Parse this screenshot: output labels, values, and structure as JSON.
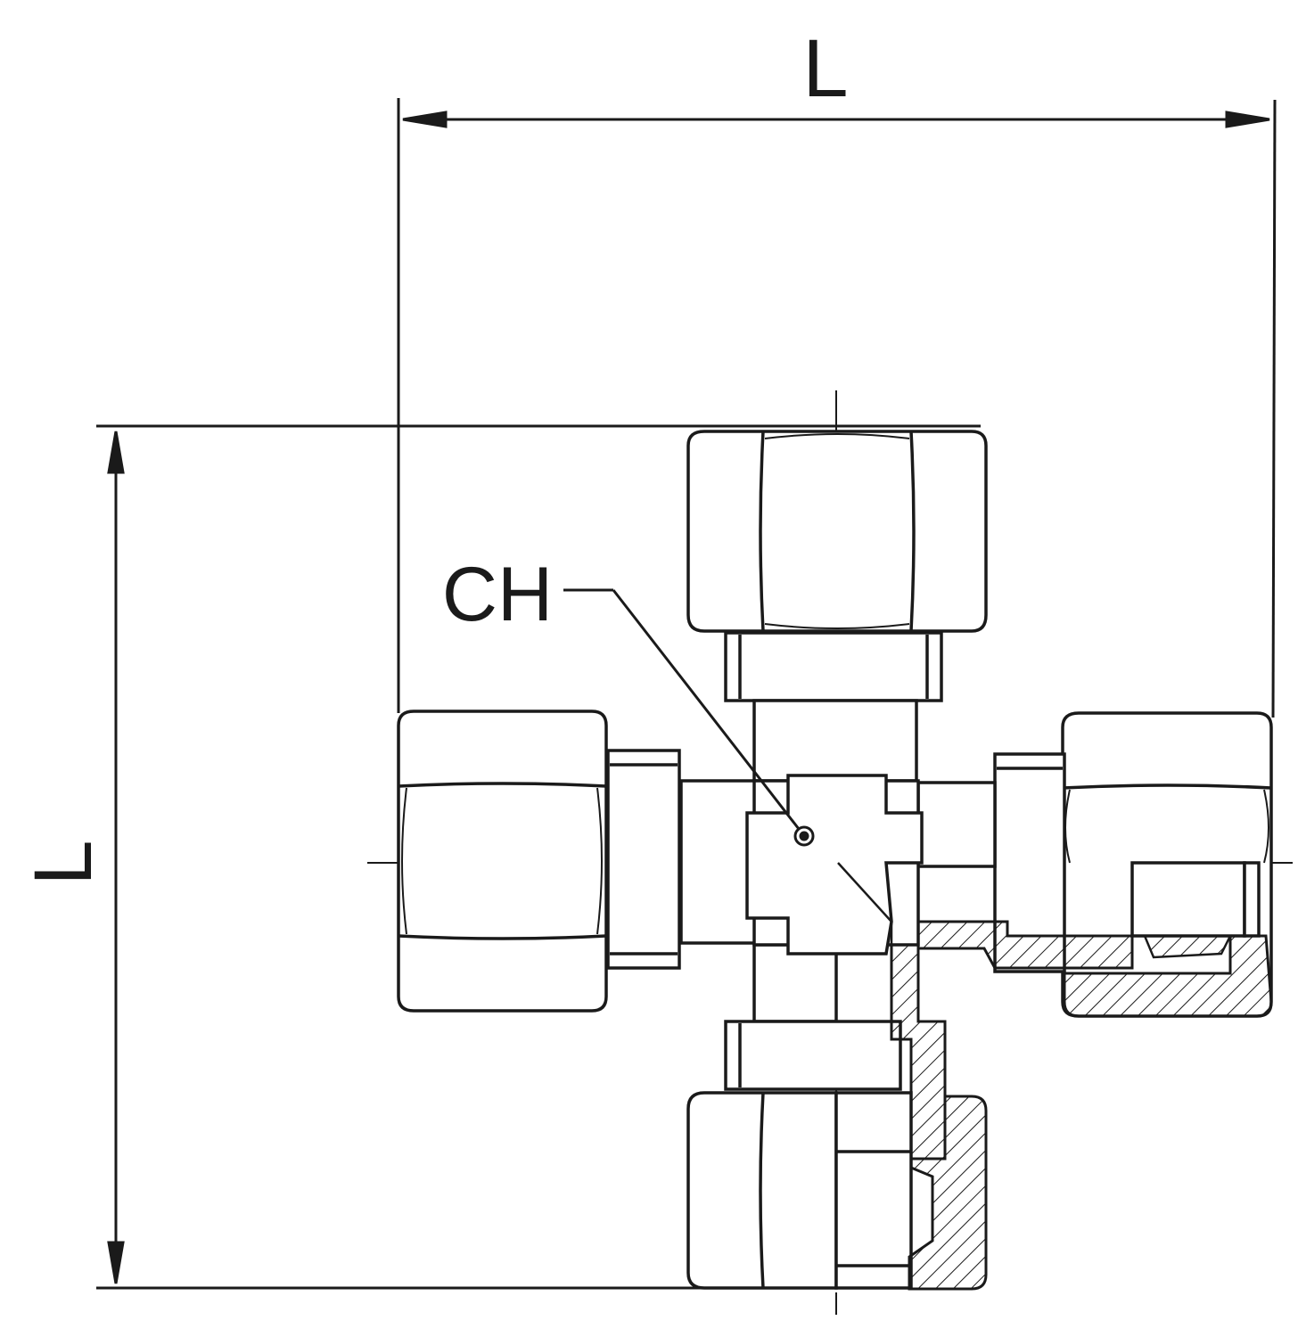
{
  "labels": {
    "width_dimension": "L",
    "height_dimension": "L",
    "wrench_size": "CH"
  },
  "colors": {
    "line": "#1a1a1a",
    "background": "#ffffff",
    "hatch": "#1a1a1a"
  }
}
